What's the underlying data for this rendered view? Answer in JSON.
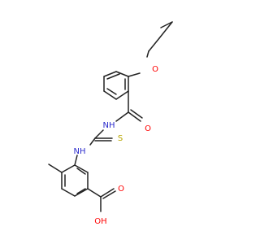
{
  "colors": {
    "bond": "#222222",
    "oxygen": "#ff0000",
    "nitrogen": "#2c2ccc",
    "sulfur": "#b8a600",
    "background": "#ffffff"
  },
  "atoms": {
    "ether_o": "O",
    "carbonyl_o": "O",
    "amide_nh": "NH",
    "thioamide_nh": "NH",
    "thione_s": "S",
    "carboxyl_o": "O",
    "hydroxyl": "OH"
  }
}
